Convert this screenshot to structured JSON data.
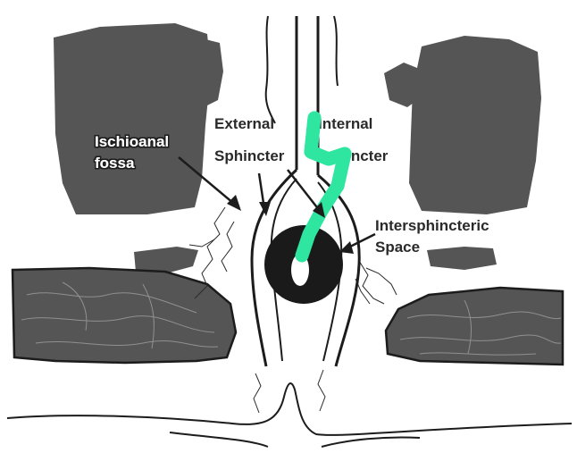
{
  "labels": {
    "ischioanal_line1": "Ischioanal",
    "ischioanal_line2": "fossa",
    "external_line1": "External",
    "external_line2": "Sphincter",
    "internal_line1": "Internal",
    "internal_line2": "Sphincter",
    "intersphincteric_line1": "Intersphincteric",
    "intersphincteric_line2": "Space"
  },
  "colors": {
    "tissue": "#555555",
    "sphincter": "#1a1a1a",
    "fistula": "#2ee6a0",
    "outline": "#1c1c1c",
    "label_white": "#ffffff",
    "label_dark": "#2a2a2a"
  }
}
